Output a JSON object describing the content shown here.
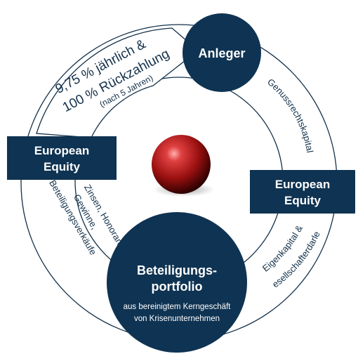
{
  "colors": {
    "navy": "#0f3352",
    "ring_stroke": "#0f3352",
    "sphere_highlight": "#ff7b7b",
    "sphere_mid": "#b81e1e",
    "sphere_dark": "#2a0000"
  },
  "nodes": {
    "anleger": {
      "label": "Anleger"
    },
    "european_equity_left": {
      "line1": "European",
      "line2": "Equity"
    },
    "european_equity_right": {
      "line1": "European",
      "line2": "Equity"
    },
    "beteiligungsportfolio": {
      "title_line1": "Beteiligungs-",
      "title_line2": "portfolio",
      "sub_line1": "aus bereinigtem Kerngeschäft",
      "sub_line2": "von Krisenunternehmen"
    }
  },
  "callout": {
    "line1": "9,75 % jährlich &",
    "line2": "100 % Rückzahlung",
    "line3": "(nach 5 Jahren)"
  },
  "flows": {
    "genussrechtskapital": "Genussrechtskapital",
    "eigenkapital_line1": "Eigenkapital &",
    "eigenkapital_line2": "Gesellschafterdarlehn",
    "zinsen_line1": "Zinsen, Honorare,",
    "zinsen_line2": "Gewinne,",
    "zinsen_line3": "Beteiligungsverkäufe"
  },
  "center": {
    "icon": "red-sphere-icon"
  }
}
